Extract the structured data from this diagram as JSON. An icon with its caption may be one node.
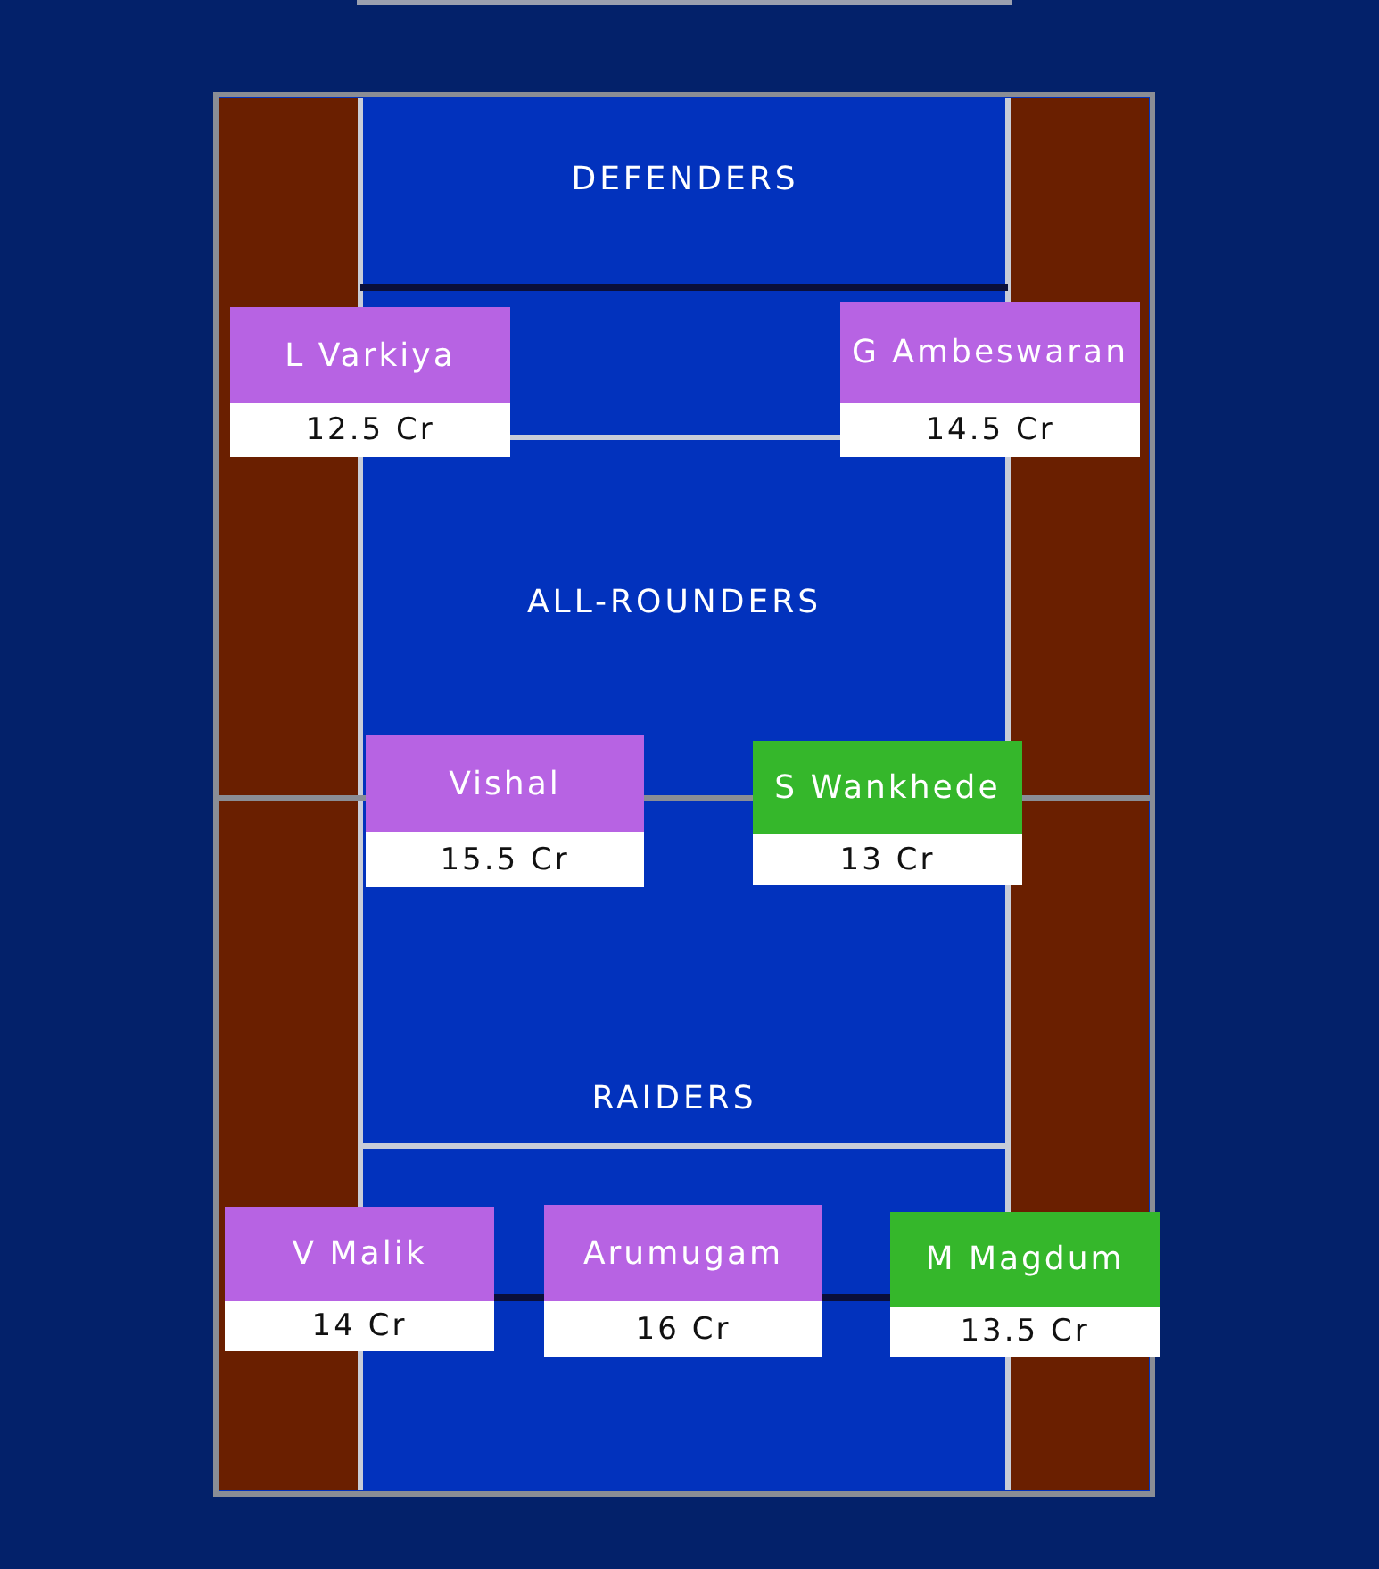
{
  "diagram": {
    "nodes": [
      {
        "text": [
          "L Varkiya",
          "12.5 Cr"
        ]
      },
      {
        "text": [
          "G Ambeswaran",
          "14.5 Cr"
        ]
      },
      {
        "text": [
          "Vishal",
          "15.5 Cr"
        ]
      },
      {
        "text": [
          "S Wankhede",
          "13 Cr"
        ]
      },
      {
        "text": [
          "V Malik",
          "14 Cr"
        ]
      },
      {
        "text": [
          "Arumugam",
          "16 Cr"
        ]
      },
      {
        "text": [
          "M Magdum",
          "13.5 Cr"
        ]
      }
    ],
    "labels": [
      "DEFENDERS",
      "ALL-ROUNDERS",
      "RAIDERS"
    ]
  }
}
